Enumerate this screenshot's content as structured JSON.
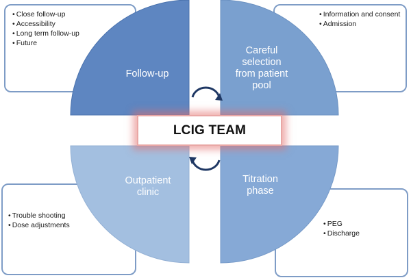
{
  "center": {
    "title": "LCIG TEAM"
  },
  "quadrants": {
    "top_left": {
      "label": "Follow-up",
      "bullets": [
        "Close follow-up",
        "Accessibility",
        "Long term follow-up",
        "Future"
      ]
    },
    "top_right": {
      "label_lines": [
        "Careful",
        "selection",
        "from patient",
        "pool"
      ],
      "bullets": [
        "Information and consent",
        "Admission"
      ]
    },
    "bottom_left": {
      "label_lines": [
        "Outpatient",
        "clinic"
      ],
      "bullets": [
        "Trouble shooting",
        "Dose adjustments"
      ]
    },
    "bottom_right": {
      "label_lines": [
        "Titration",
        "phase"
      ],
      "bullets": [
        "PEG",
        "Discharge"
      ]
    }
  },
  "colors": {
    "top_left": "#5e86c1",
    "top_right": "#7aa0cf",
    "bottom_left": "#a3bfe0",
    "bottom_right": "#86a9d6",
    "box_border": "#7e9cc6",
    "arrow": "#1f3864",
    "glow": "#e2706e"
  },
  "icons": [
    "cycle-arrow-icon",
    "cycle-arrow-icon"
  ]
}
